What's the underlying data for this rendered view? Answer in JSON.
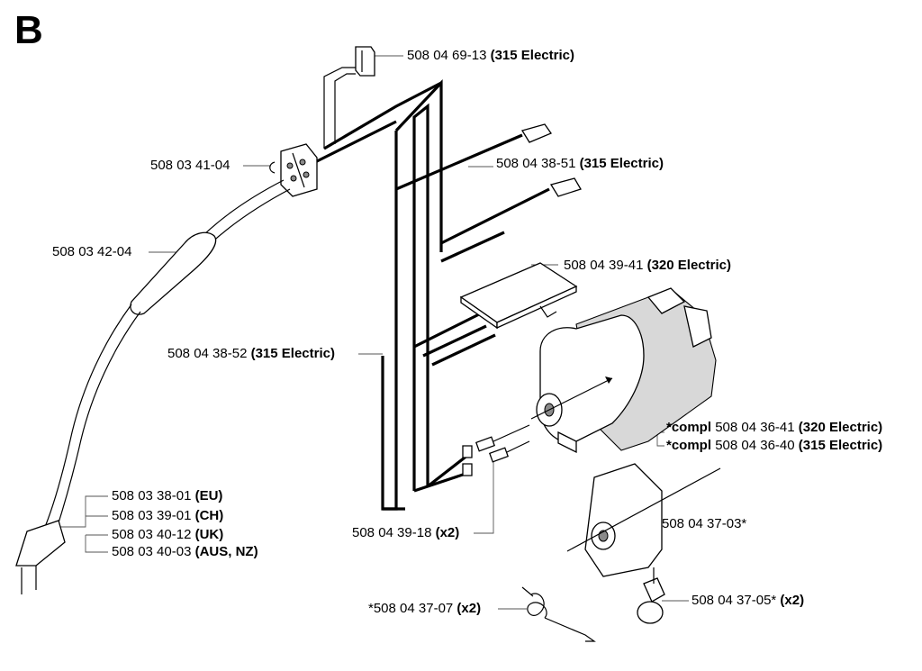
{
  "section": "B",
  "labels": {
    "l1": {
      "num": "508 04 69-13",
      "note": "(315 Electric)"
    },
    "l2": {
      "num": "508 03 41-04",
      "note": ""
    },
    "l3": {
      "num": "508 04 38-51",
      "note": "(315 Electric)"
    },
    "l4": {
      "num": "508 03 42-04",
      "note": ""
    },
    "l5": {
      "num": "508 04 39-41",
      "note": "(320 Electric)"
    },
    "l6": {
      "num": "508 04 38-52",
      "note": "(315 Electric)"
    },
    "l7": {
      "pre": "*compl",
      "num": "508 04 36-41",
      "note": "(320 Electric)"
    },
    "l8": {
      "pre": "*compl",
      "num": "508 04 36-40",
      "note": "(315 Electric)"
    },
    "l9": {
      "num": "508 03 38-01",
      "note": "(EU)"
    },
    "l10": {
      "num": "508 03 39-01",
      "note": "(CH)"
    },
    "l11": {
      "num": "508 03 40-12",
      "note": "(UK)"
    },
    "l12": {
      "num": "508 03 40-03",
      "note": "(AUS, NZ)"
    },
    "l13": {
      "num": "508 04 37-03*",
      "note": ""
    },
    "l14": {
      "num": "508 04 39-18",
      "note": "(x2)"
    },
    "l15": {
      "num": "508 04 37-05*",
      "note": "(x2)"
    },
    "l16": {
      "num": "*508 04 37-07",
      "note": "(x2)"
    }
  }
}
